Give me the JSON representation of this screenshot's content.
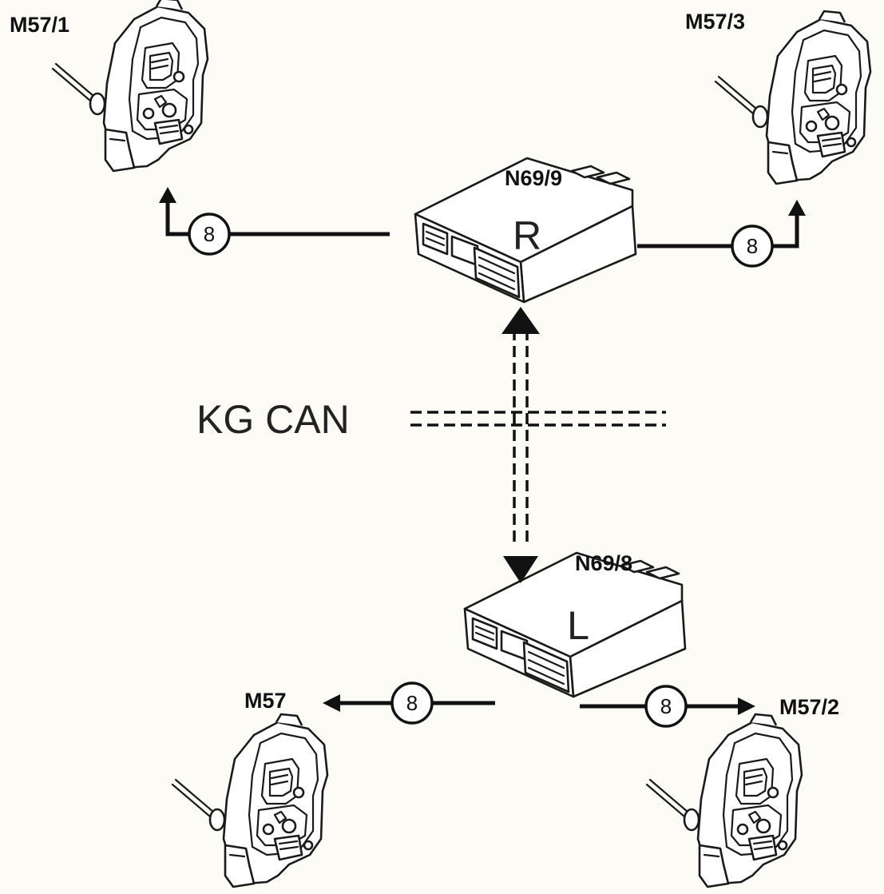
{
  "labels": {
    "m57_1": "M57/1",
    "m57_3": "M57/3",
    "n69_9": "N69/9",
    "n69_8": "N69/8",
    "m57": "M57",
    "m57_2": "M57/2",
    "bus": "KG CAN"
  },
  "ecu": {
    "right_letter": "R",
    "left_letter": "L"
  },
  "badges": {
    "top_left": "8",
    "top_right": "8",
    "bottom_left": "8",
    "bottom_right": "8"
  }
}
